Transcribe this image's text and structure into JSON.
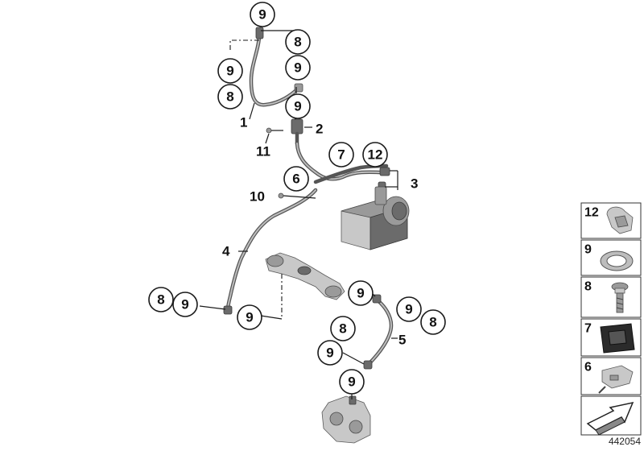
{
  "callouts": {
    "c1": "9",
    "c2": "8",
    "c3": "9",
    "c4": "9",
    "c5": "8",
    "c6": "9",
    "c7": "7",
    "c8": "12",
    "c9": "6",
    "c10": "8",
    "c11": "9",
    "c12": "9",
    "c13": "9",
    "c14": "9",
    "c15": "8",
    "c16": "8",
    "c17": "9",
    "c18": "9"
  },
  "references": {
    "r1": "1",
    "r2": "2",
    "r3": "3",
    "r4": "4",
    "r5": "5",
    "r10": "10",
    "r11": "11"
  },
  "legend": {
    "items": [
      {
        "number": "12",
        "icon": "clip-icon"
      },
      {
        "number": "9",
        "icon": "seal-ring-icon"
      },
      {
        "number": "8",
        "icon": "banjo-bolt-icon"
      },
      {
        "number": "7",
        "icon": "rubber-grommet-icon"
      },
      {
        "number": "6",
        "icon": "bracket-icon"
      },
      {
        "number": "",
        "icon": "arrow-icon"
      }
    ]
  },
  "figure_id": "442054"
}
